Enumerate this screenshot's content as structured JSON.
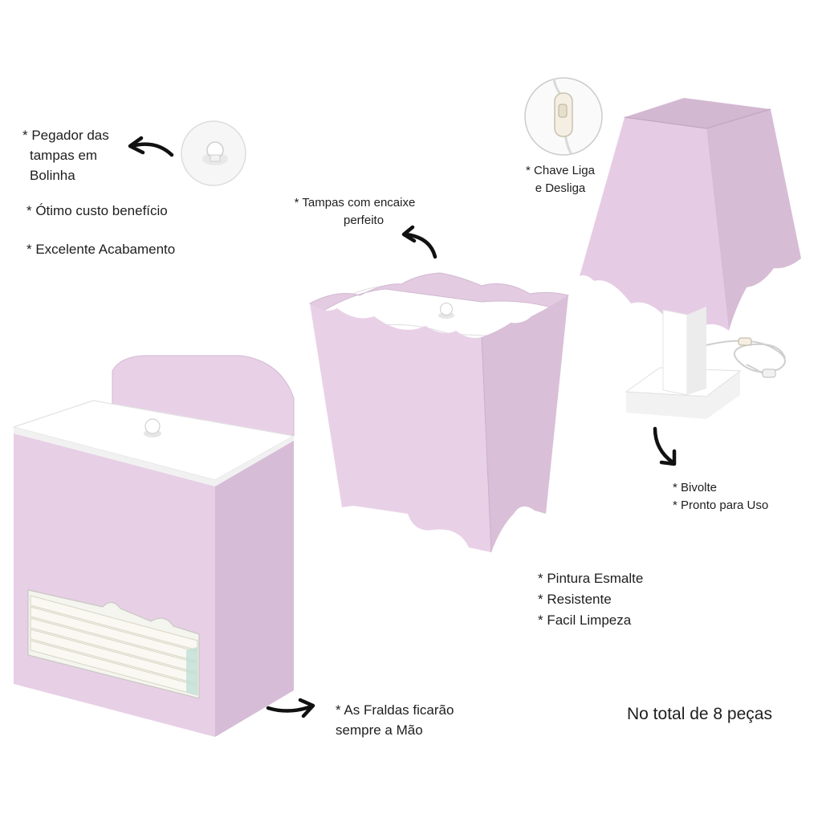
{
  "callouts": {
    "knob": [
      "* Pegador das",
      "tampas em",
      "Bolinha"
    ],
    "cost": "* Ótimo custo benefício",
    "finish": "* Excelente Acabamento",
    "lids": [
      "* Tampas com encaixe",
      "perfeito"
    ],
    "switch": [
      "* Chave Liga",
      "e Desliga"
    ],
    "voltage": [
      "* Bivolte",
      "* Pronto para Uso"
    ],
    "features": [
      "* Pintura Esmalte",
      "* Resistente",
      "* Facil Limpeza"
    ],
    "diapers": [
      "* As Fraldas ficarão",
      "sempre a Mão"
    ],
    "total": "No total de 8 peças"
  },
  "colors": {
    "lilac": "#e7cfe6",
    "lilac_side": "#d6bcd6",
    "lilac_dark": "#c9abc9",
    "white": "#ffffff",
    "arrow": "#111111"
  },
  "icons": [
    "knob-detail-icon",
    "switch-detail-icon",
    "curved-arrow-icon"
  ]
}
